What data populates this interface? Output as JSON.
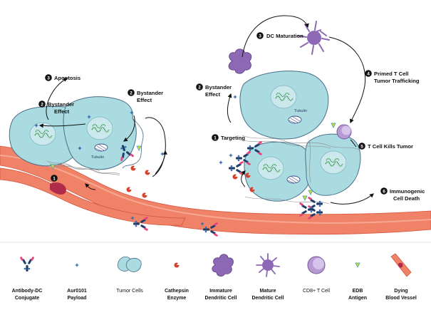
{
  "colors": {
    "cell_fill": "#a9dbe0",
    "cell_stroke": "#4a6f8a",
    "nucleus_fill": "#cbe9ec",
    "vessel": "#f08268",
    "vessel_dark": "#d4553f",
    "antibody_dark": "#1f3f6b",
    "antibody_pink": "#e8437a",
    "cathepsin": "#d6422a",
    "dendritic": "#8d68b5",
    "tcell": "#b89ad2",
    "edb_yellow": "#d9d23a",
    "edb_teal": "#3aa3b0"
  },
  "steps": {
    "apoptosis": {
      "num": "3",
      "text": "Apoptosis"
    },
    "bystander_left": {
      "num": "2",
      "line1": "Bystander",
      "line2": "Effect"
    },
    "bystander_mid": {
      "num": "2",
      "line1": "Bystander",
      "line2": "Effect"
    },
    "step1_left": {
      "num": "1"
    },
    "dc_maturation": {
      "num": "3",
      "text": "DC Maturation"
    },
    "primed": {
      "num": "4",
      "line1": "Primed T Cell",
      "line2": "Tumor Trafficking"
    },
    "bystander_right": {
      "num": "2",
      "line1": "Bystander",
      "line2": "Effect"
    },
    "targeting": {
      "num": "1",
      "text": "Targeting"
    },
    "t_cell_kills": {
      "num": "5",
      "text": "T Cell Kills Tumor"
    },
    "immunogenic": {
      "num": "6",
      "line1": "Immunogenic",
      "line2": "Cell Death"
    }
  },
  "cell_labels": {
    "tubulin_left": "Tubulin",
    "tubulin_right": "Tubulin"
  },
  "legend": [
    {
      "icon": "antibody-dc-conjugate-icon",
      "line1": "Antibody-DC",
      "line2": "Conjugate",
      "bold": true
    },
    {
      "icon": "aur0101-payload-icon",
      "line1": "Aur0101",
      "line2": "Payload",
      "bold": true
    },
    {
      "icon": "tumor-cells-icon",
      "line1": "Tumor Cells",
      "line2": "",
      "bold": false
    },
    {
      "icon": "cathepsin-enzyme-icon",
      "line1": "Cathepsin",
      "line2": "Enzyme",
      "bold": true
    },
    {
      "icon": "immature-dendritic-cell-icon",
      "line1": "Immature",
      "line2": "Dendritic Cell",
      "bold": true
    },
    {
      "icon": "mature-dendritic-cell-icon",
      "line1": "Mature",
      "line2": "Dendritic Cell",
      "bold": true
    },
    {
      "icon": "cd8-t-cell-icon",
      "line1": "CD8+ T Cell",
      "line2": "",
      "bold": false
    },
    {
      "icon": "edb-antigen-icon",
      "line1": "EDB",
      "line2": "Antigen",
      "bold": true
    },
    {
      "icon": "dying-blood-vessel-icon",
      "line1": "Dying",
      "line2": "Blood Vessel",
      "bold": true
    }
  ]
}
